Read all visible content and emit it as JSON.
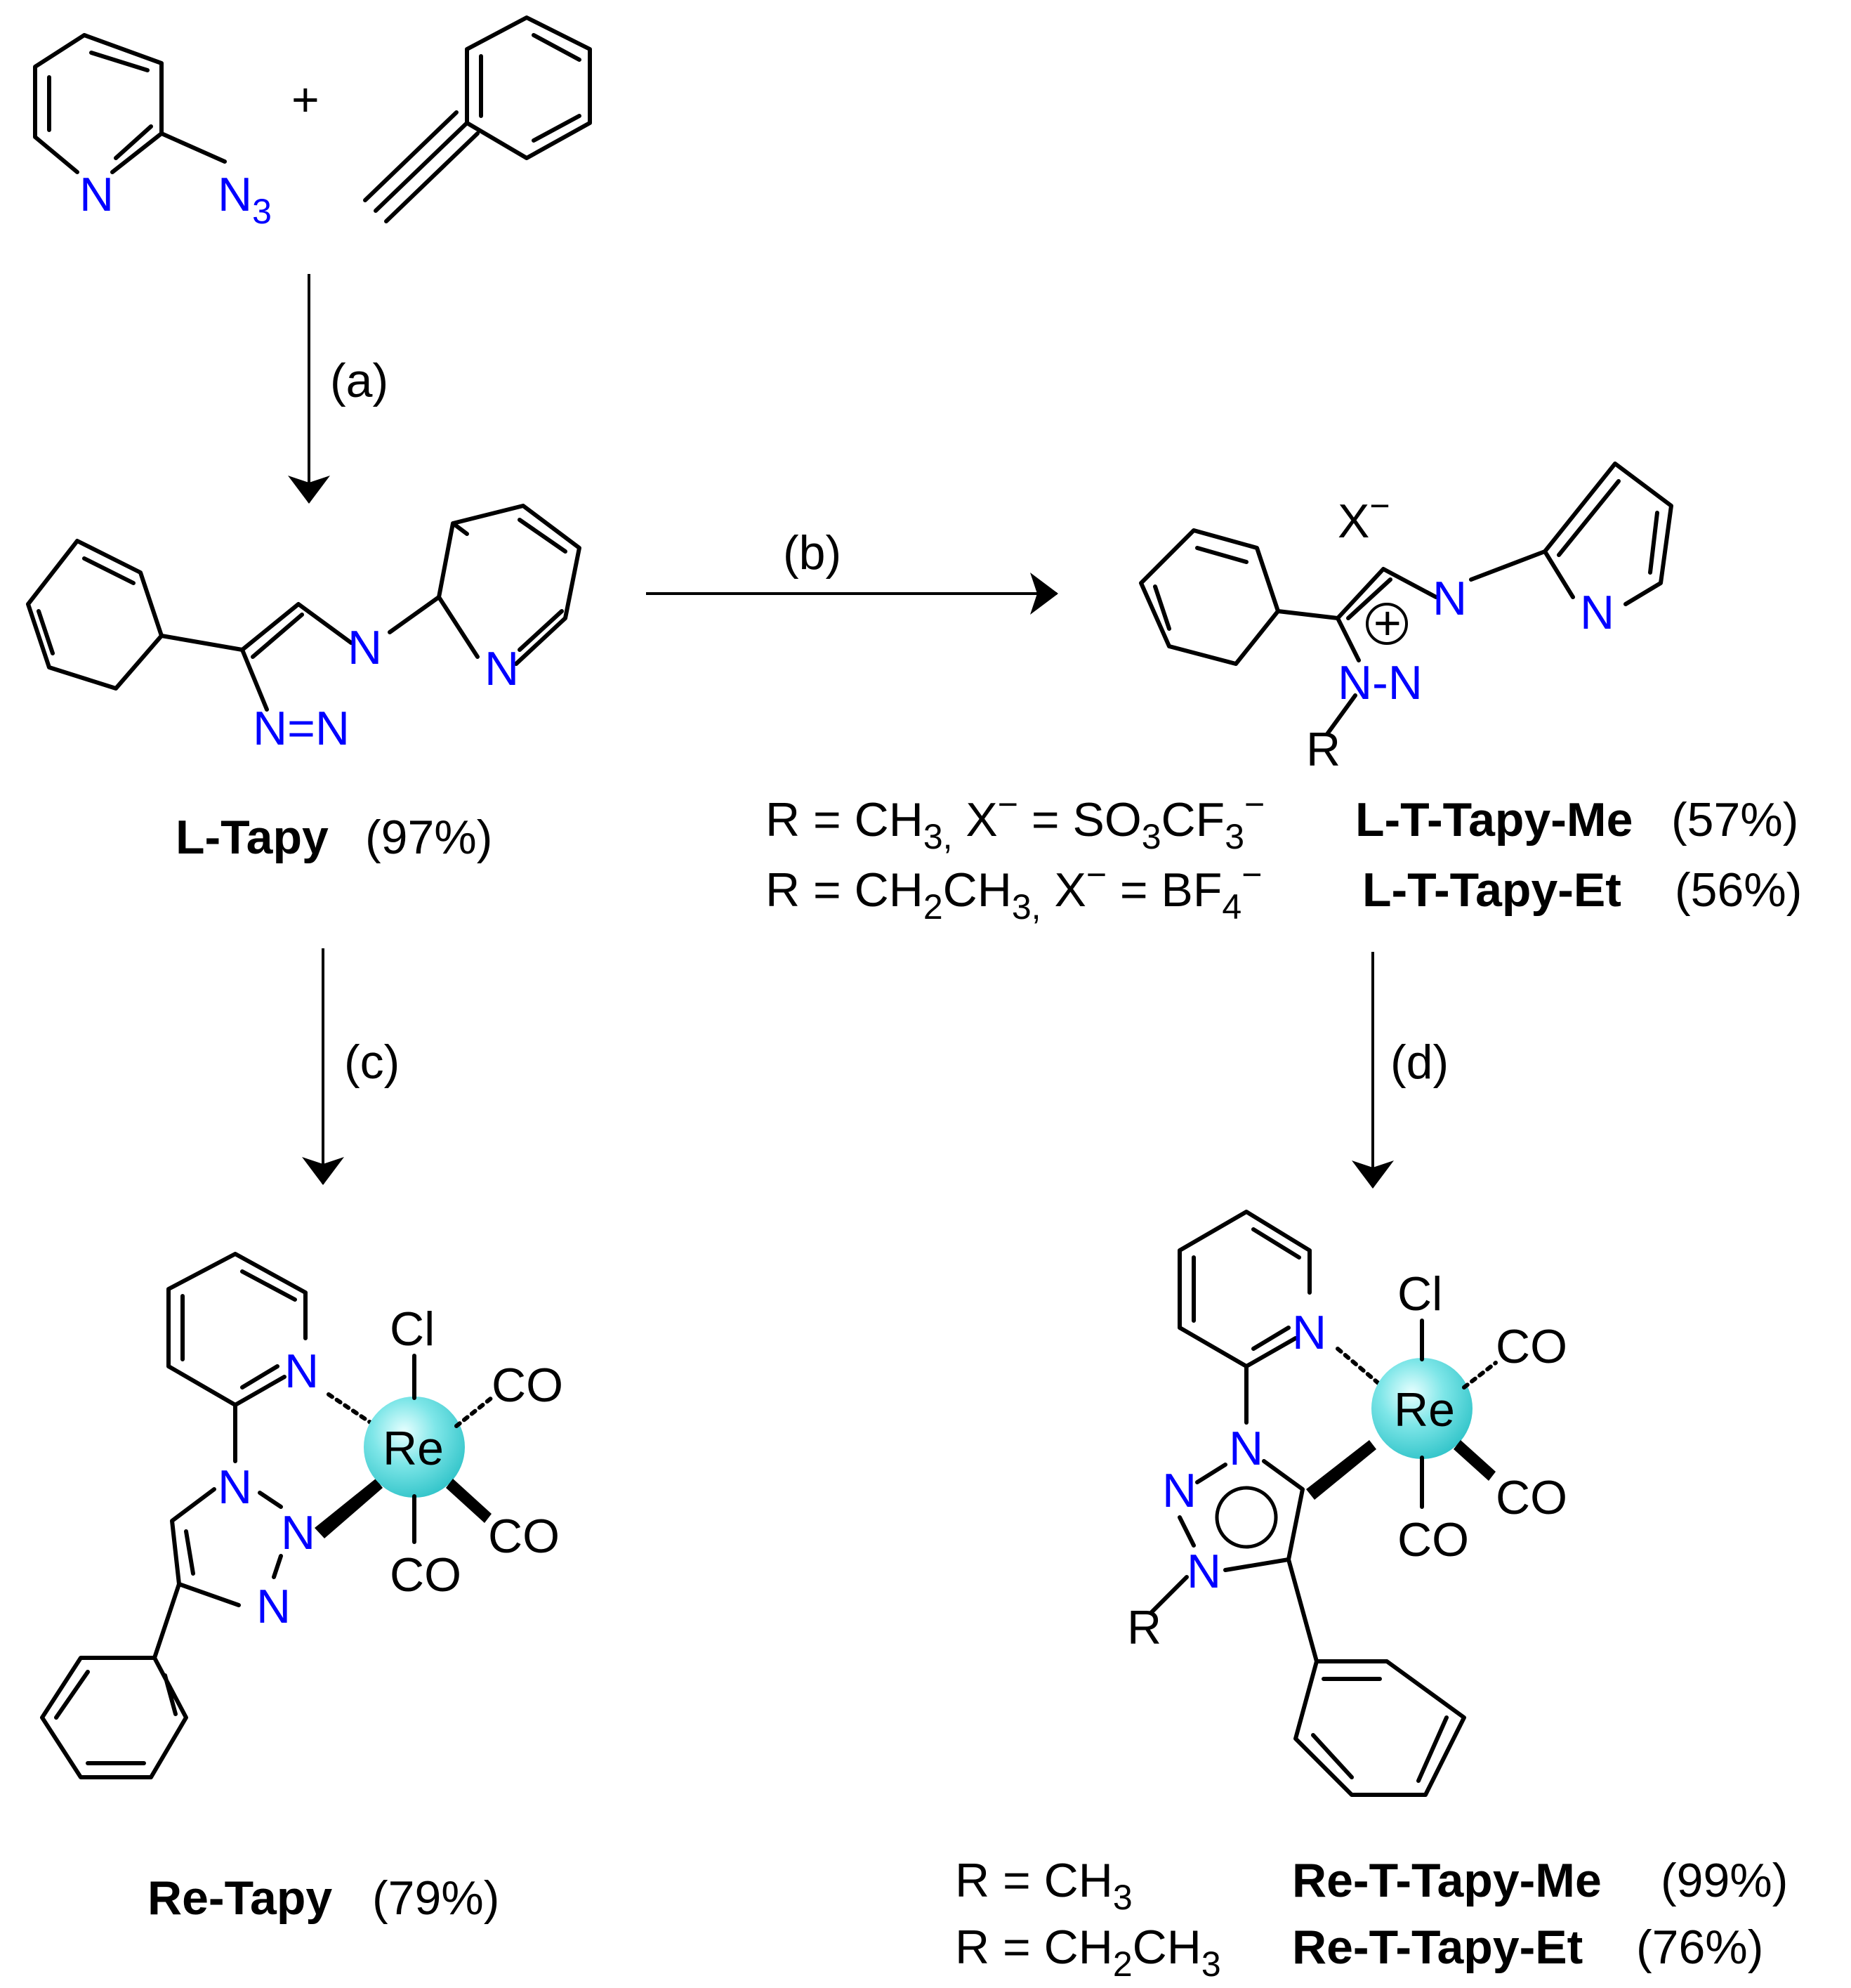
{
  "reactants": {
    "azide_label_n": "N",
    "azide_label_n3_main": "N",
    "azide_label_n3_sub": "3",
    "plus": "+"
  },
  "steps": {
    "a": "(a)",
    "b": "(b)",
    "c": "(c)",
    "d": "(d)"
  },
  "atoms": {
    "N": "N",
    "Re": "Re",
    "Cl": "Cl",
    "CO": "CO",
    "R": "R",
    "plus_charge": "+",
    "X": "X",
    "minus": "−",
    "N_eq_N": "N=N",
    "N_dash_N": "N-N"
  },
  "products": {
    "l_tapy": {
      "name": "L-Tapy",
      "yield": "(97%)"
    },
    "re_tapy": {
      "name": "Re-Tapy",
      "yield": "(79%)"
    },
    "l_t_tapy_me": {
      "cond_r": "R = CH",
      "cond_r_sub": "3,",
      "cond_x": " X",
      "cond_eq": " = SO",
      "cond_so_sub": "3",
      "cond_cf": "CF",
      "cond_cf_sub": "3",
      "name": "L-T-Tapy-Me",
      "yield": "(57%)"
    },
    "l_t_tapy_et": {
      "cond_r": "R = CH",
      "cond_r_sub1": "2",
      "cond_ch": "CH",
      "cond_r_sub2": "3,",
      "cond_x": " X",
      "cond_eq": " = BF",
      "cond_bf_sub": "4",
      "name": "L-T-Tapy-Et",
      "yield": "(56%)"
    },
    "re_t_tapy_me": {
      "cond_r": "R = CH",
      "cond_sub": "3",
      "name": "Re-T-Tapy-Me",
      "yield": "(99%)"
    },
    "re_t_tapy_et": {
      "cond_r": "R = CH",
      "cond_sub1": "2",
      "cond_ch": "CH",
      "cond_sub2": "3",
      "name": "Re-T-Tapy-Et",
      "yield": "(76%)"
    }
  },
  "colors": {
    "nitrogen": "#0000ff",
    "rhenium_sphere": "#4fd8dc",
    "bond": "#000000"
  }
}
